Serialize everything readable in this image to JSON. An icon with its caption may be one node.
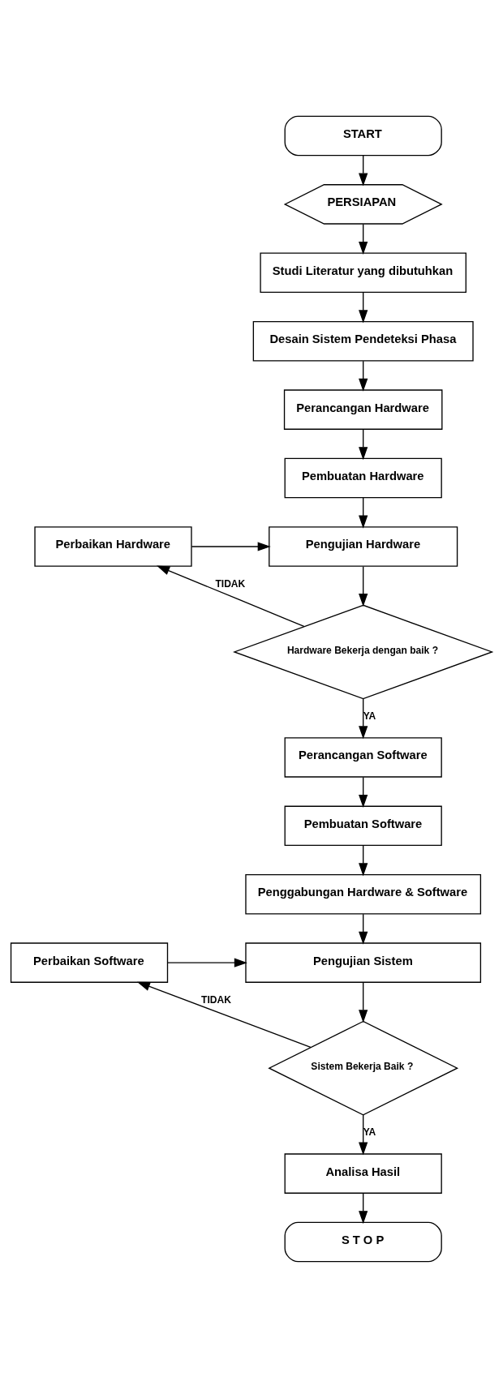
{
  "diagram": {
    "nodes": [
      {
        "text": [
          "START"
        ]
      },
      {
        "text": [
          "PERSIAPAN"
        ]
      },
      {
        "text": [
          "Studi Literatur yang dibutuhkan"
        ]
      },
      {
        "text": [
          "Desain Sistem Pendeteksi Phasa"
        ]
      },
      {
        "text": [
          "Perancangan Hardware"
        ]
      },
      {
        "text": [
          "Pembuatan Hardware"
        ]
      },
      {
        "text": [
          "Perbaikan Hardware"
        ]
      },
      {
        "text": [
          "Pengujian Hardware"
        ]
      },
      {
        "text": [
          "Hardware Bekerja dengan baik ?"
        ]
      },
      {
        "text": [
          "Perancangan Software"
        ]
      },
      {
        "text": [
          "Pembuatan Software"
        ]
      },
      {
        "text": [
          "Penggabungan Hardware & Software"
        ]
      },
      {
        "text": [
          "Perbaikan Software"
        ]
      },
      {
        "text": [
          "Pengujian Sistem"
        ]
      },
      {
        "text": [
          "Sistem Bekerja Baik ?"
        ]
      },
      {
        "text": [
          "Analisa Hasil"
        ]
      },
      {
        "text": [
          "S T O P"
        ]
      }
    ],
    "edges": [
      {
        "from": 0,
        "to": 1,
        "arrow": "to"
      },
      {
        "from": 1,
        "to": 2,
        "arrow": "to"
      },
      {
        "from": 2,
        "to": 3,
        "arrow": "to"
      },
      {
        "from": 3,
        "to": 4,
        "arrow": "to"
      },
      {
        "from": 4,
        "to": 5,
        "arrow": "to"
      },
      {
        "from": 5,
        "to": 7,
        "arrow": "to"
      },
      {
        "from": 6,
        "to": 7,
        "arrow": "to"
      },
      {
        "from": 7,
        "to": 8,
        "arrow": "to"
      },
      {
        "from": 8,
        "to": 6,
        "arrow": "to",
        "label": "TIDAK"
      },
      {
        "from": 8,
        "to": 9,
        "arrow": "to",
        "label": "YA"
      },
      {
        "from": 9,
        "to": 10,
        "arrow": "to"
      },
      {
        "from": 10,
        "to": 11,
        "arrow": "to"
      },
      {
        "from": 11,
        "to": 13,
        "arrow": "to"
      },
      {
        "from": 12,
        "to": 13,
        "arrow": "to"
      },
      {
        "from": 13,
        "to": 14,
        "arrow": "to"
      },
      {
        "from": 14,
        "to": 12,
        "arrow": "to",
        "label": "TIDAK"
      },
      {
        "from": 14,
        "to": 15,
        "arrow": "to",
        "label": "YA"
      },
      {
        "from": 15,
        "to": 16,
        "arrow": "to"
      }
    ]
  }
}
